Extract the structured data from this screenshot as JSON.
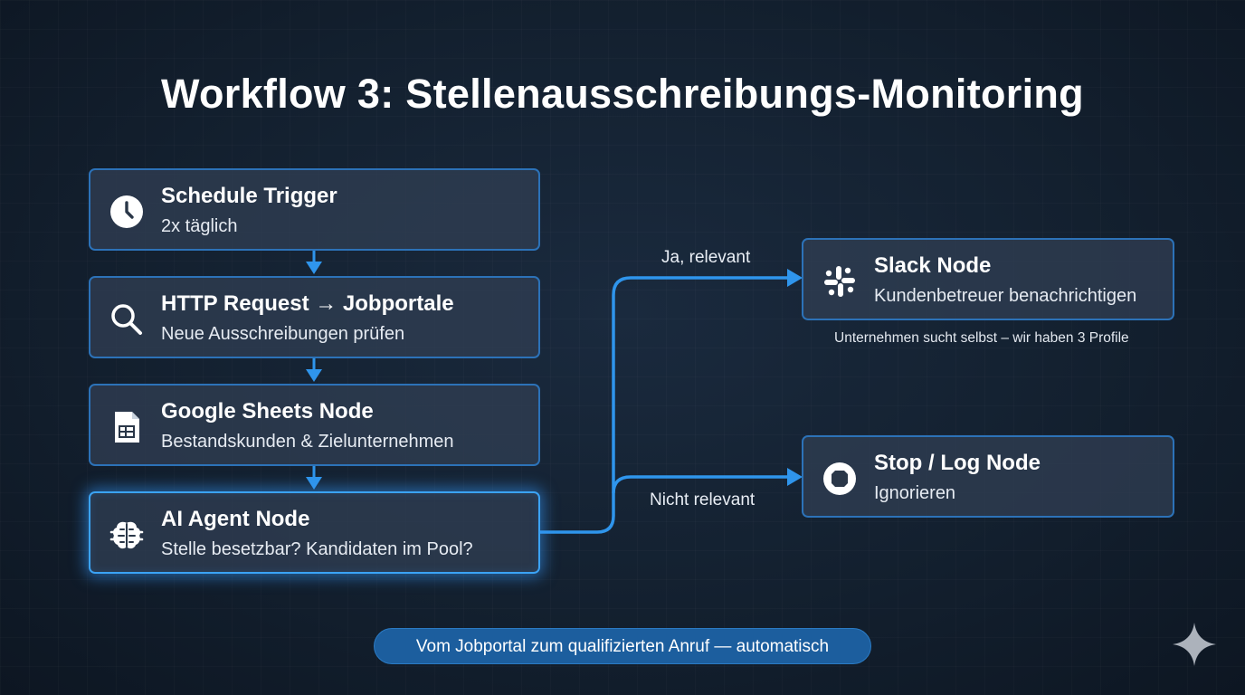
{
  "title": "Workflow 3: Stellenausschreibungs-Monitoring",
  "nodes": {
    "schedule": {
      "title": "Schedule Trigger",
      "subtitle": "2x täglich",
      "icon": "clock-icon"
    },
    "http": {
      "title": "HTTP Request → Jobportale",
      "subtitle": "Neue Ausschreibungen prüfen",
      "icon": "search-icon"
    },
    "sheets": {
      "title": "Google Sheets Node",
      "subtitle": "Bestandskunden & Zielunternehmen",
      "icon": "spreadsheet-icon"
    },
    "ai_agent": {
      "title": "AI Agent Node",
      "subtitle": "Stelle besetzbar? Kandidaten im Pool?",
      "icon": "brain-icon"
    },
    "slack": {
      "title": "Slack Node",
      "subtitle": "Kundenbetreuer benachrichtigen",
      "icon": "slack-icon"
    },
    "stop": {
      "title": "Stop / Log Node",
      "subtitle": "Ignorieren",
      "icon": "stop-icon"
    }
  },
  "edges": {
    "relevant_label": "Ja, relevant",
    "not_relevant_label": "Nicht relevant"
  },
  "slack_note": "Unternehmen sucht selbst – wir haben 3 Profile",
  "footer_pill": "Vom Jobportal zum qualifizierten Anruf — automatisch",
  "colors": {
    "background": "#13202f",
    "node_fill": "#303e52",
    "node_border": "#2c72b8",
    "highlight_border": "#3ba3f5",
    "connector": "#2f95ec",
    "pill_fill": "#1c5e9e"
  }
}
